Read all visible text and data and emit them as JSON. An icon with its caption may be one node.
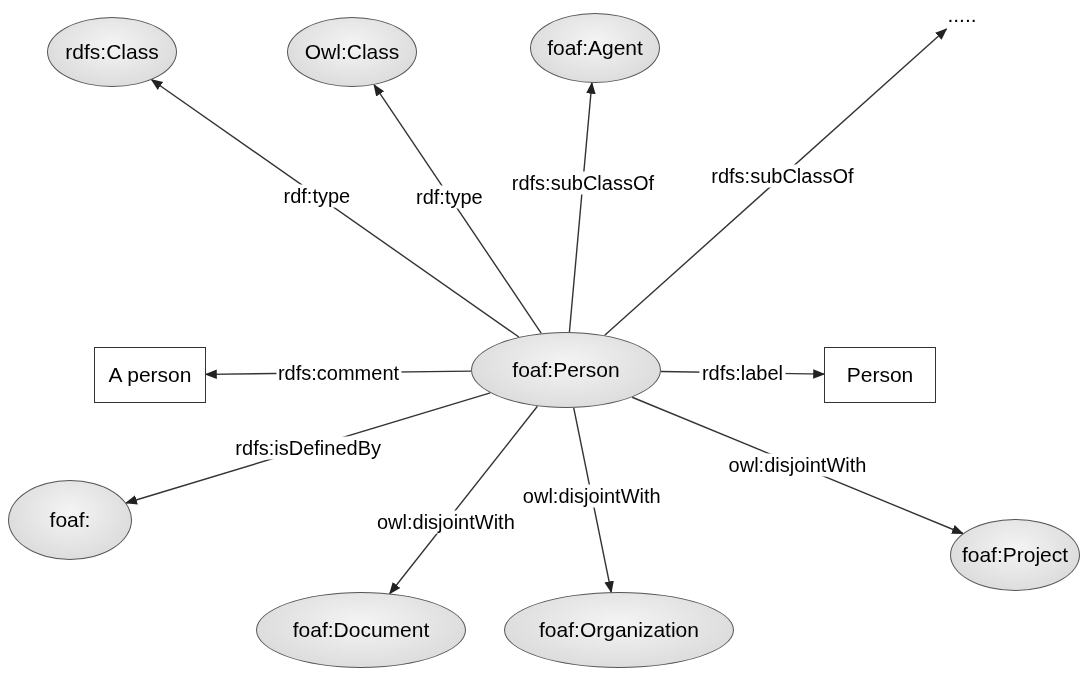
{
  "diagram": {
    "nodes": [
      {
        "text": [
          "rdfs:Class"
        ]
      },
      {
        "text": [
          "Owl:Class"
        ]
      },
      {
        "text": [
          "foaf:Agent"
        ]
      },
      {
        "text": [
          "....."
        ]
      },
      {
        "text": [
          "A person"
        ]
      },
      {
        "text": [
          "foaf:Person"
        ]
      },
      {
        "text": [
          "Person"
        ]
      },
      {
        "text": [
          "foaf:"
        ]
      },
      {
        "text": [
          "foaf:Project"
        ]
      },
      {
        "text": [
          "foaf:Document"
        ]
      },
      {
        "text": [
          "foaf:Organization"
        ]
      }
    ],
    "edges": [
      {
        "from": 5,
        "to": 0,
        "arrow": "to",
        "label": "rdf:type"
      },
      {
        "from": 5,
        "to": 1,
        "arrow": "to",
        "label": "rdf:type"
      },
      {
        "from": 5,
        "to": 2,
        "arrow": "to",
        "label": "rdfs:subClassOf"
      },
      {
        "from": 5,
        "to": 3,
        "arrow": "to",
        "label": "rdfs:subClassOf"
      },
      {
        "from": 5,
        "to": 4,
        "arrow": "to",
        "label": "rdfs:comment"
      },
      {
        "from": 5,
        "to": 6,
        "arrow": "to",
        "label": "rdfs:label"
      },
      {
        "from": 5,
        "to": 7,
        "arrow": "to",
        "label": "rdfs:isDefinedBy"
      },
      {
        "from": 5,
        "to": 9,
        "arrow": "to",
        "label": "owl:disjointWith"
      },
      {
        "from": 5,
        "to": 10,
        "arrow": "to",
        "label": "owl:disjointWith"
      },
      {
        "from": 5,
        "to": 8,
        "arrow": "to",
        "label": "owl:disjointWith"
      }
    ]
  }
}
